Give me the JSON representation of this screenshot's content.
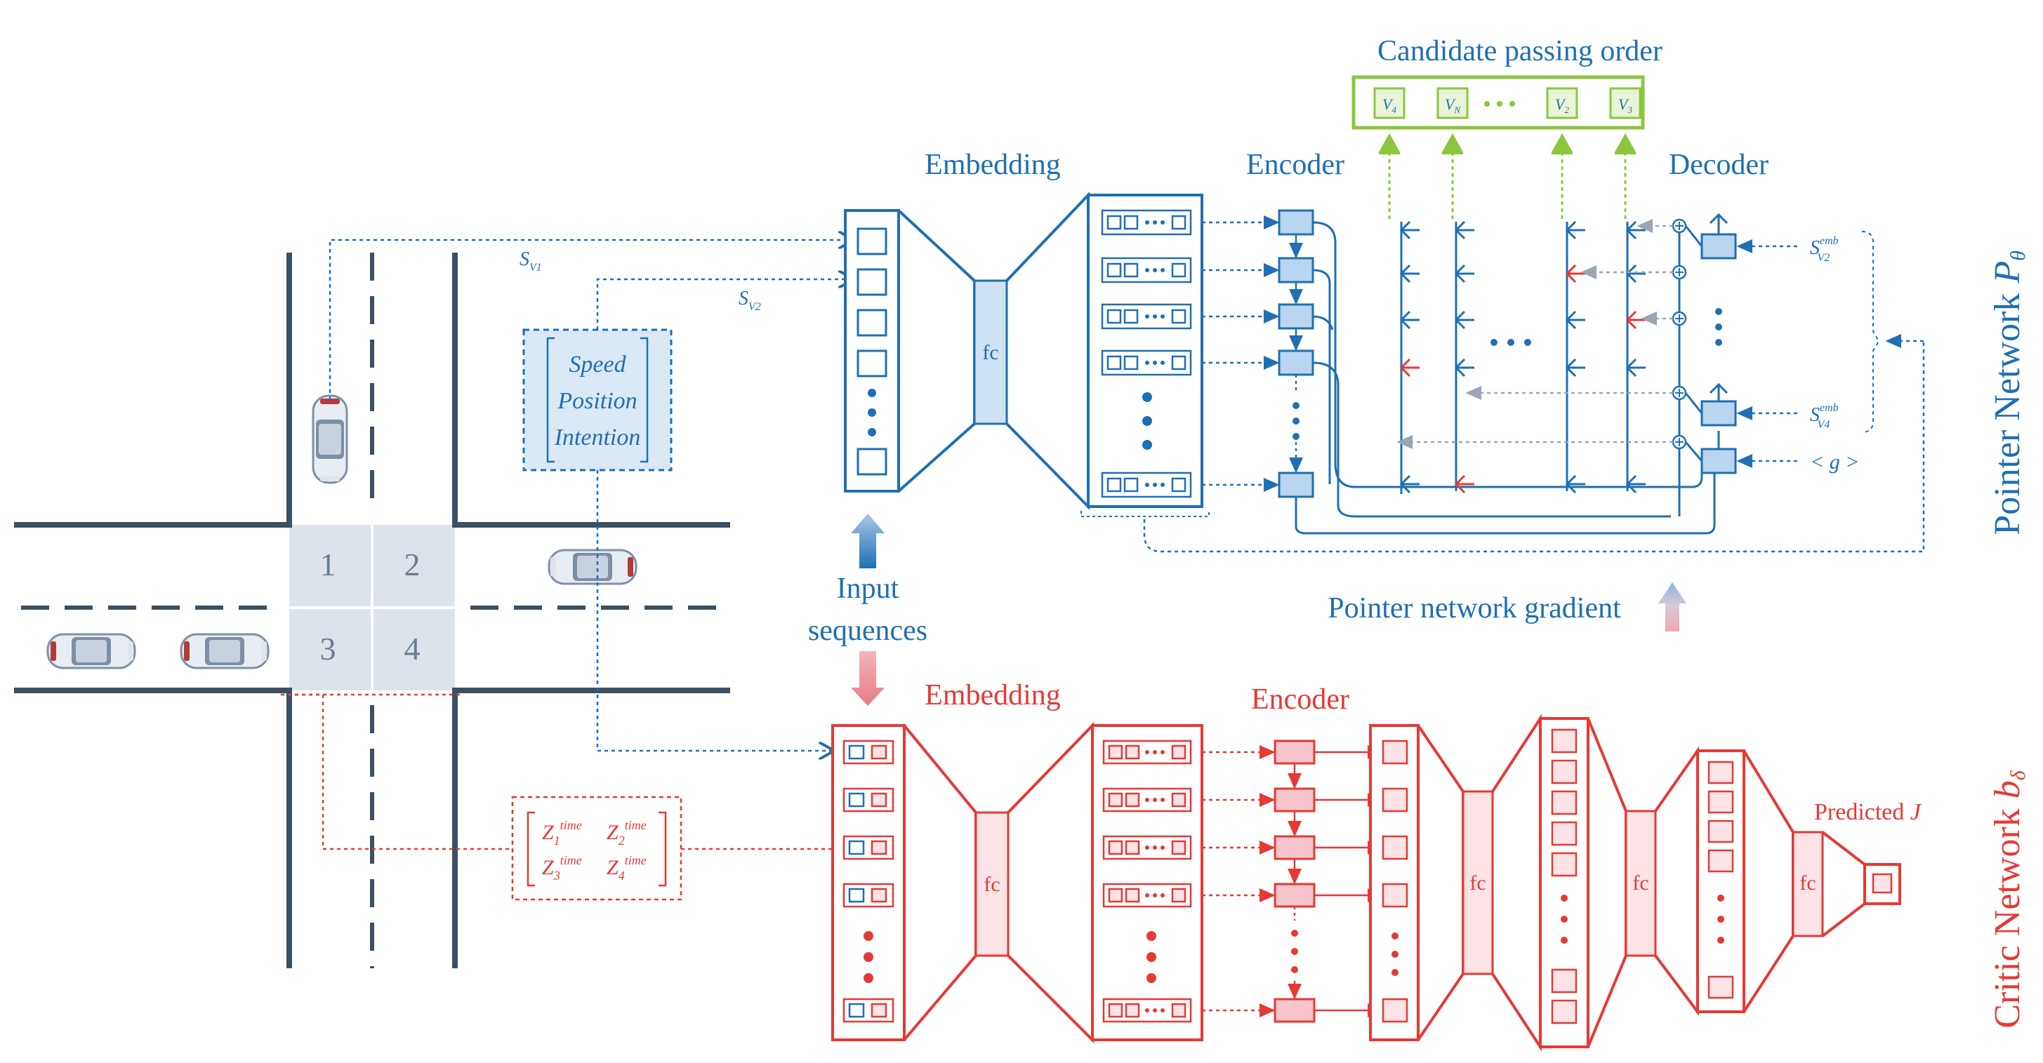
{
  "colors": {
    "blue": "#1f6fb2",
    "blue_fill": "#cfe2f3",
    "red": "#e53935",
    "red_fill": "#fbe3e6",
    "green": "#8cc63f",
    "road": "#3c4f63",
    "intersection": "#dce3ea",
    "grey_arrow": "#9aa6b4"
  },
  "top": {
    "candidate_title": "Candidate passing order",
    "candidates": [
      "V4",
      "VN",
      "V2",
      "V3"
    ],
    "embedding_label": "Embedding",
    "encoder_label": "Encoder",
    "decoder_label": "Decoder",
    "fc_label": "fc",
    "network_name": "Pointer Network",
    "network_symbol": "Pθ",
    "gradient_label": "Pointer network gradient",
    "s_v1": "S",
    "s_v1_sub": "V1",
    "s_v2": "S",
    "s_v2_sub": "V2",
    "s_emb_v2": "S",
    "s_emb_v2_sup": "emb",
    "s_emb_v2_sub": "V2",
    "s_emb_v4": "S",
    "s_emb_v4_sup": "emb",
    "s_emb_v4_sub": "V4",
    "g_label": "< g >"
  },
  "left": {
    "state_box": [
      "Speed",
      "Position",
      "Intention"
    ],
    "zones": [
      "1",
      "2",
      "3",
      "4"
    ],
    "time_box": [
      "Z1time",
      "Z2time",
      "Z3time",
      "Z4time"
    ]
  },
  "middle": {
    "input_label_1": "Input",
    "input_label_2": "sequences"
  },
  "bottom": {
    "embedding_label": "Embedding",
    "encoder_label": "Encoder",
    "fc_label": "fc",
    "network_name": "Critic Network",
    "network_symbol": "bδ",
    "predicted_label": "Predicted J"
  },
  "icons": [
    "car-icon",
    "arrow-icon",
    "ellipsis-icon"
  ]
}
